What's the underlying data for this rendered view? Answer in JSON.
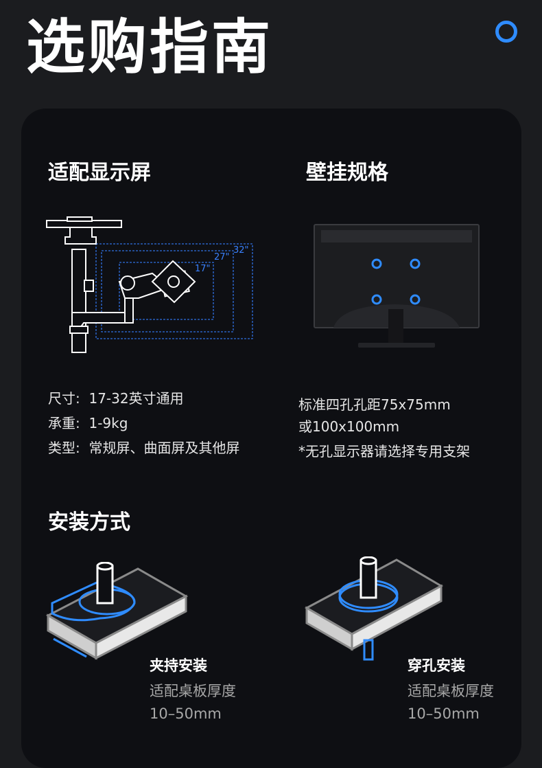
{
  "header": {
    "title": "选购指南"
  },
  "fit": {
    "title": "适配显示屏",
    "size_labels": [
      "17\"",
      "27\"",
      "32\""
    ],
    "specs": [
      {
        "label": "尺寸:",
        "value": "17-32英寸通用"
      },
      {
        "label": "承重:",
        "value": "1-9kg"
      },
      {
        "label": "类型:",
        "value": "常规屏、曲面屏及其他屏"
      }
    ]
  },
  "vesa": {
    "title": "壁挂规格",
    "lines": [
      "标准四孔孔距75x75mm",
      "或100x100mm",
      "*无孔显示器请选择专用支架"
    ]
  },
  "install": {
    "title": "安装方式",
    "methods": [
      {
        "name": "夹持安装",
        "desc": "适配桌板厚度",
        "range": "10–50mm"
      },
      {
        "name": "穿孔安装",
        "desc": "适配桌板厚度",
        "range": "10–50mm"
      }
    ]
  },
  "colors": {
    "accent": "#2f8cff",
    "background": "#1b1c1f",
    "panel": "#0e0f13"
  }
}
